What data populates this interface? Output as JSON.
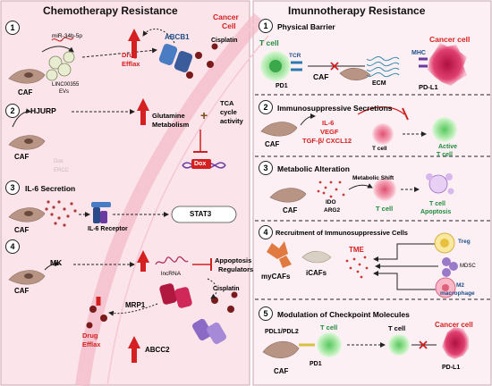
{
  "left_panel": {
    "title": "Chemotherapy Resistance",
    "items": [
      {
        "num": "1",
        "mirna": "miR-34b-5p",
        "ev_label_1": "LINC00355",
        "ev_label_2": "EVs",
        "cell": "CAF",
        "transporter": "ABCB1",
        "effect_1": "Drug",
        "effect_2": "Efflax",
        "cancer_1": "Cancer",
        "cancer_2": "Cell",
        "drug": "Cisplatin"
      },
      {
        "num": "2",
        "factor": "HJURP",
        "cell": "CAF",
        "effect_1": "Glutamine",
        "effect_2": "Metabolism",
        "operator": "+",
        "tca_1": "TCA",
        "tca_2": "cycle",
        "tca_3": "activity",
        "faint_1": "Dox",
        "faint_2": "ERCC",
        "dox": "Dox"
      },
      {
        "num": "3",
        "secretion": "IL-6 Secretion",
        "cell": "CAF",
        "receptor": "IL-6 Receptor",
        "pathway": "STAT3"
      },
      {
        "num": "4",
        "factor": "MK",
        "cell": "CAF",
        "rna": "lncRNA",
        "regulators_1": "Appoptosis",
        "regulators_2": "Regulators",
        "drug": "Cisplatin",
        "efflux_1": "Drug",
        "efflux_2": "Efflax",
        "mrp": "MRP1",
        "abcc": "ABCC2"
      }
    ]
  },
  "right_panel": {
    "title": "Imunnotherapy Resistance",
    "sections": [
      {
        "num": "1",
        "title": "Physical Barrier",
        "t_cell": "T cell",
        "tcr": "TCR",
        "pd1": "PD1",
        "caf": "CAF",
        "ecm": "ECM",
        "mhc": "MHC",
        "cancer": "Cancer cell",
        "pdl1": "PD-L1"
      },
      {
        "num": "2",
        "title": "Immunosuppressive Secretions",
        "caf": "CAF",
        "il6": "IL-6",
        "vegf": "VEGF",
        "tgf": "TGF-β/ CXCL12",
        "t_cell": "T cell",
        "active_1": "Active",
        "active_2": "T cell"
      },
      {
        "num": "3",
        "title": "Metabolic Alteration",
        "caf": "CAF",
        "ido": "IDO",
        "arg2": "ARG2",
        "shift": "Metabolic Shift",
        "t_cell": "T cell",
        "apop_1": "T cell",
        "apop_2": "Apoptosis"
      },
      {
        "num": "4",
        "title": "Recruitment of Immunosuppressive Cells",
        "tme": "TME",
        "mycafs": "myCAFs",
        "icafs": "iCAFs",
        "treg": "Treg",
        "mdsc": "MDSC",
        "m2_1": "M2",
        "m2_2": "macrophage"
      },
      {
        "num": "5",
        "title": "Modulation of Checkpoint Molecules",
        "pdl": "PDL1/PDL2",
        "t_cell_1": "T cell",
        "pd1": "PD1",
        "caf": "CAF",
        "t_cell_2": "T cell",
        "cancer": "Cancer cell",
        "pdl1": "PD-L1"
      }
    ]
  },
  "colors": {
    "red": "#d42020",
    "blue": "#1d4f8a",
    "green": "#25a04a",
    "left_bg": "#fbe4ea",
    "right_bg": "#fdf0f4",
    "caf": "#b89484",
    "tcell": "#a6e6a3"
  }
}
